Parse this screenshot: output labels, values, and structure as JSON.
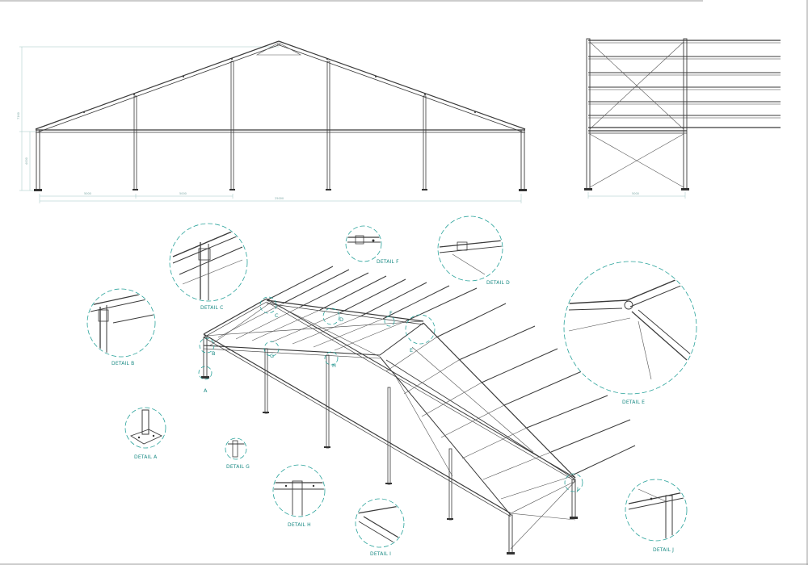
{
  "drawing": {
    "dimensions": {
      "front_total": "25000",
      "front_span_1": "5000",
      "front_span_2": "5000",
      "side_total": "5000",
      "height_ridge": "7160",
      "height_eave": "4000"
    },
    "detail_labels": {
      "a": "DETAIL A",
      "b": "DETAIL B",
      "c": "DETAIL C",
      "d": "DETAIL D",
      "e": "DETAIL E",
      "f": "DETAIL F",
      "g": "DETAIL G",
      "h": "DETAIL H",
      "i": "DETAIL I",
      "j": "DETAIL J"
    },
    "callout_marks": {
      "a": "A",
      "b": "B",
      "c": "C",
      "d": "D",
      "e": "E",
      "f": "F",
      "g": "G",
      "h": "H",
      "j": "J"
    },
    "colors": {
      "line": "#3a3a3a",
      "accent": "#2aa39b",
      "dimension": "#9fc6c3",
      "paper": "#ffffff"
    }
  }
}
